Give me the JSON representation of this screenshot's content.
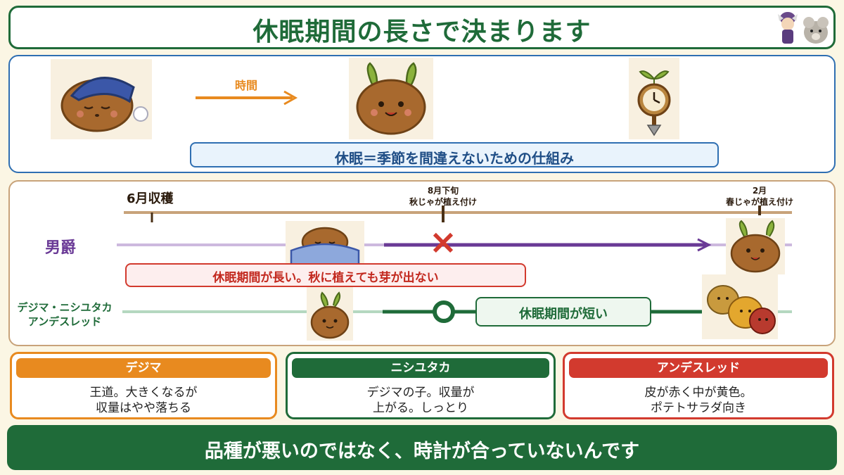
{
  "header": {
    "title": "休眠期間の長さで決まります"
  },
  "concept": {
    "arrow_label": "時間",
    "definition": "休眠＝季節を間違えないための仕組み"
  },
  "timeline": {
    "harvest_label": "6月収穫",
    "autumn_plant": {
      "line1": "8月下旬",
      "line2": "秋じゃが植え付け"
    },
    "spring_plant": {
      "line1": "2月",
      "line2": "春じゃが植え付け"
    },
    "rows": [
      {
        "name": "男爵",
        "result": "×",
        "note": "休眠期間が長い。秋に植えても芽が出ない",
        "color": "#6a3a96"
      },
      {
        "name_line1": "デジマ・ニシユタカ",
        "name_line2": "アンデスレッド",
        "result": "○",
        "note": "休眠期間が短い",
        "color": "#1f6b39"
      }
    ]
  },
  "varieties": [
    {
      "name": "デジマ",
      "desc": "王道。大きくなるが\n収量はやや落ちる",
      "color": "#e88a1f"
    },
    {
      "name": "ニシユタカ",
      "desc": "デジマの子。収量が\n上がる。しっとり",
      "color": "#1f6b39"
    },
    {
      "name": "アンデスレッド",
      "desc": "皮が赤く中が黄色。\nポテトサラダ向き",
      "color": "#d23a2e"
    }
  ],
  "footer": {
    "message": "品種が悪いのではなく、時計が合っていないんです"
  },
  "colors": {
    "green": "#1f6b39",
    "orange": "#e88a1f",
    "blue": "#2f6fb2",
    "purple": "#6a3a96",
    "red": "#d23a2e",
    "tan": "#c8a37a"
  }
}
